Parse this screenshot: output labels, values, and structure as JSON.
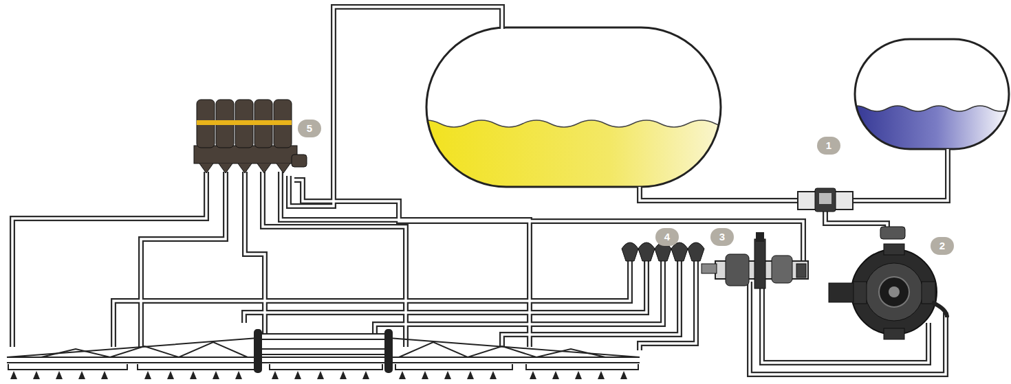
{
  "diagram": {
    "labels": [
      "5",
      "1",
      "4",
      "3",
      "2"
    ]
  }
}
